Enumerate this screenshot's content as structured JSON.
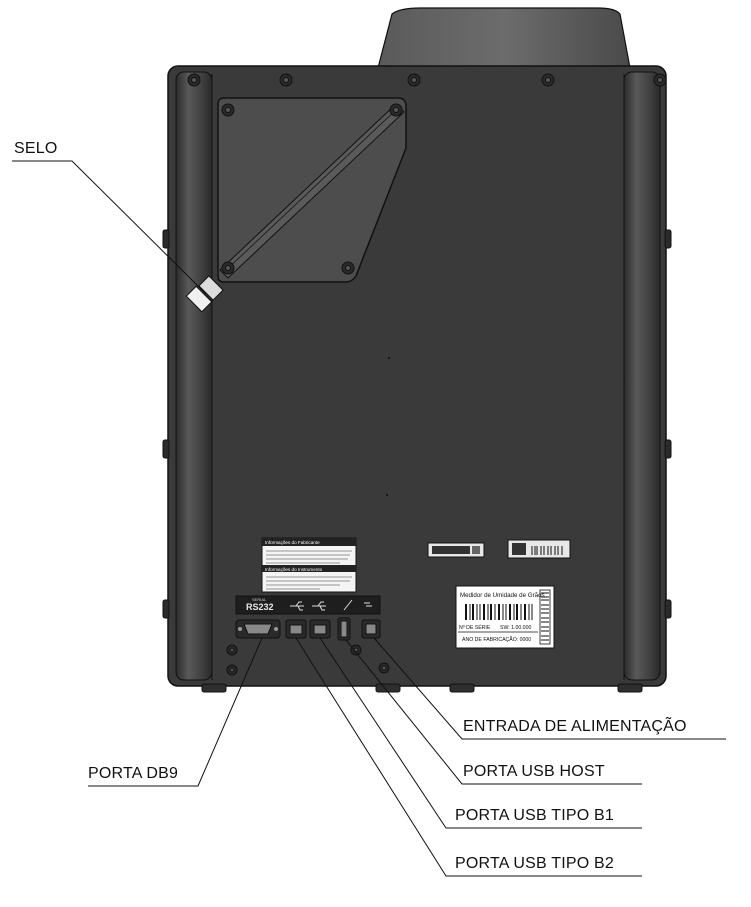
{
  "callouts": {
    "selo": "SELO",
    "porta_db9": "PORTA DB9",
    "entrada_alimentacao": "ENTRADA DE ALIMENTAÇÃO",
    "porta_usb_host": "PORTA USB HOST",
    "porta_usb_tipo_b1": "PORTA USB TIPO B1",
    "porta_usb_tipo_b2": "PORTA USB TIPO B2"
  },
  "panel": {
    "rs232": "RS232",
    "serial_label": "SERIAL",
    "manufacturer_header": "Informações do Fabricante",
    "instrument_header": "Informações do Instrumento"
  },
  "product_label": {
    "title": "Medidor de Umidade de Grãos",
    "serial_field": "Nº DE SÉRIE",
    "software_field": "SW: 1.00.000",
    "year_field": "ANO DE FABRICAÇÃO: 0000"
  },
  "colors": {
    "body": "#3a3a3a",
    "body_dark": "#1d1d1d",
    "edge_highlight": "#6a6a6a",
    "hatch_panel": "#4a4a4a",
    "line": "#111111"
  },
  "icons": [
    "usb-icon",
    "power-icon",
    "seal-icon",
    "screw-icon"
  ]
}
